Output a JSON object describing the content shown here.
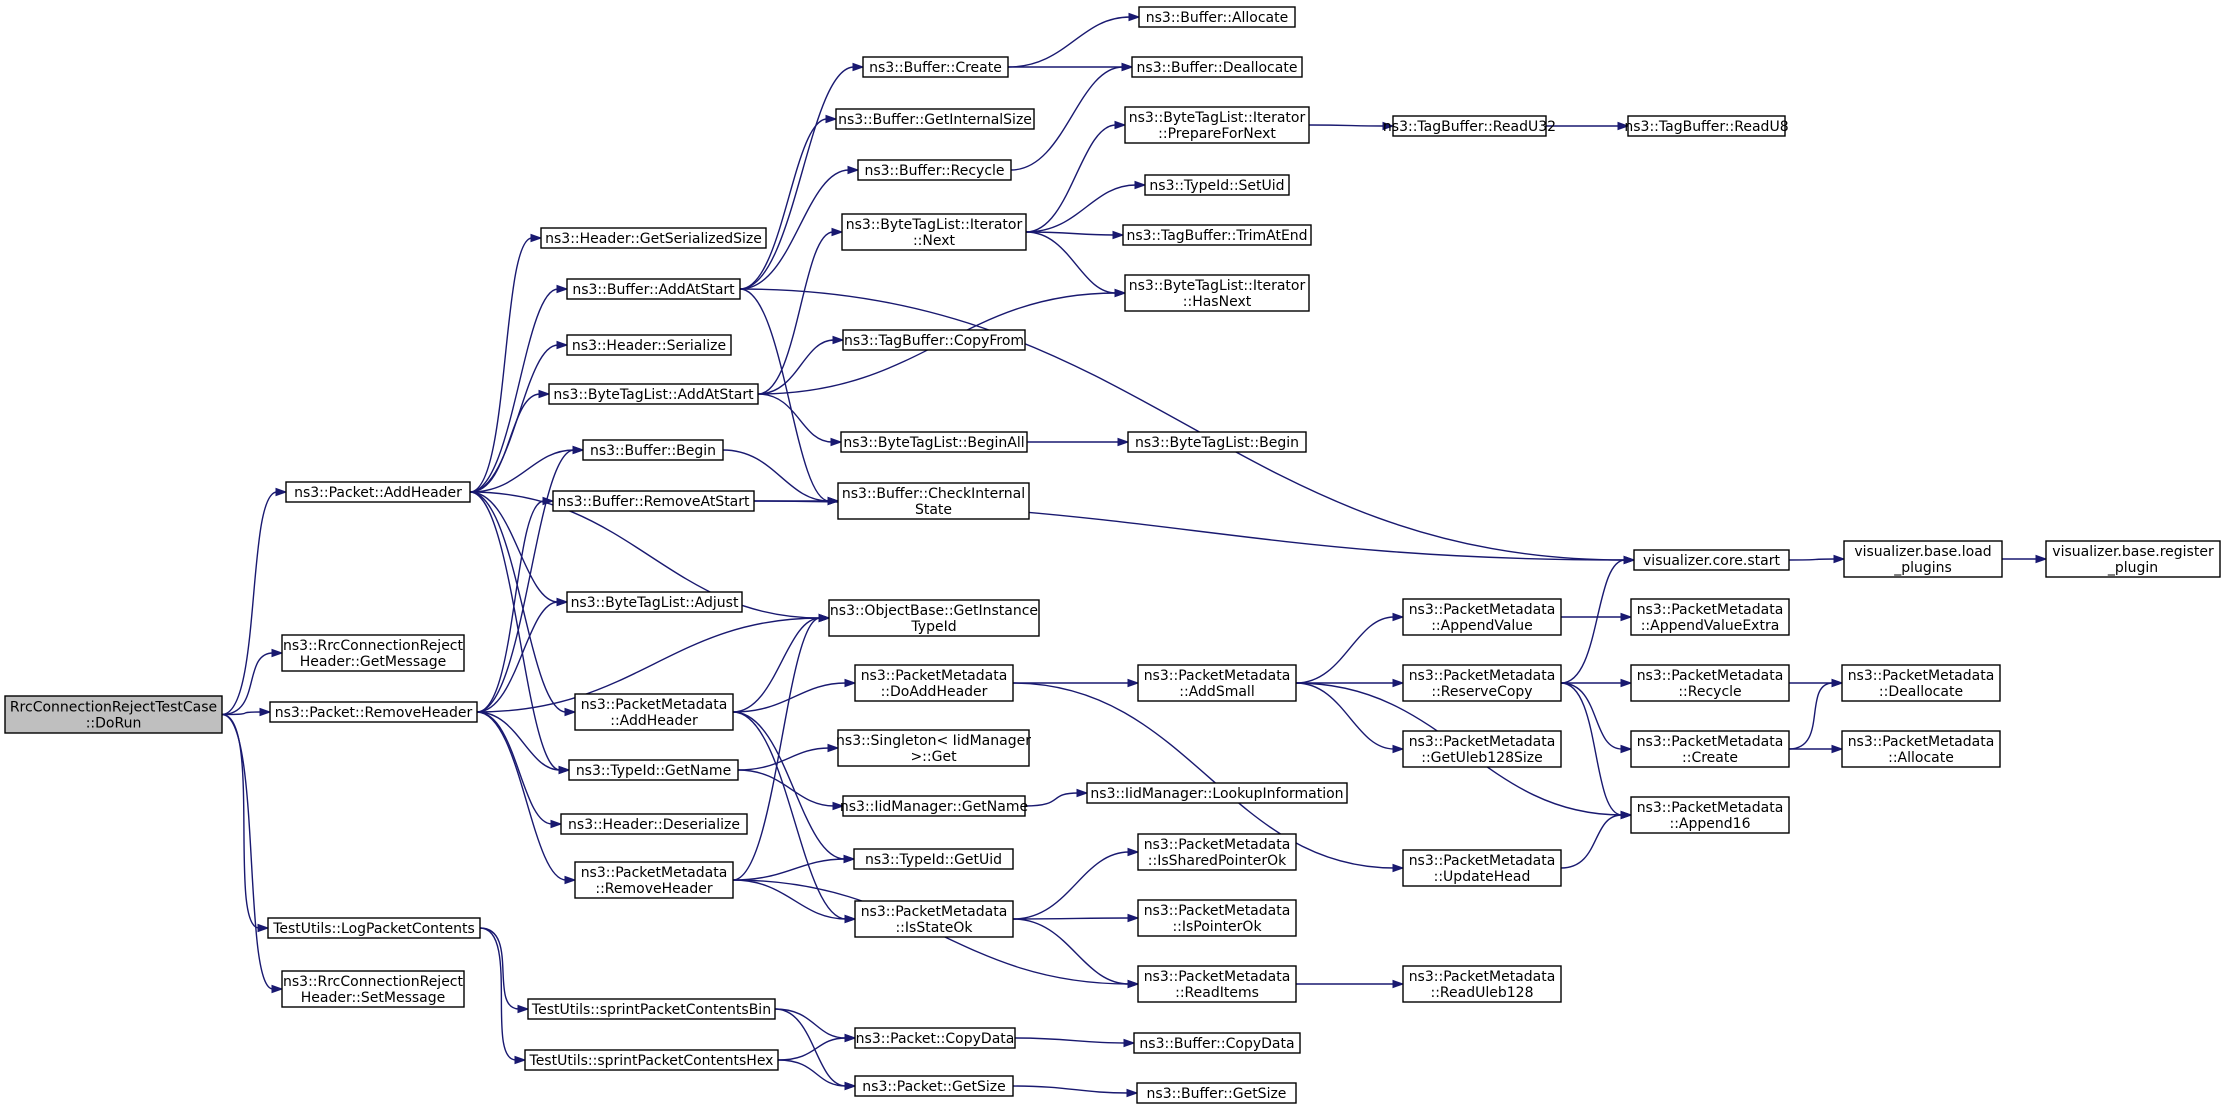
{
  "nodes": [
    {
      "id": "root",
      "lines": [
        "RrcConnectionRejectTestCase",
        "::DoRun"
      ],
      "root": true
    },
    {
      "id": "pah",
      "lines": [
        "ns3::Packet::AddHeader"
      ]
    },
    {
      "id": "rgm",
      "lines": [
        "ns3::RrcConnectionReject",
        "Header::GetMessage"
      ]
    },
    {
      "id": "prh",
      "lines": [
        "ns3::Packet::RemoveHeader"
      ]
    },
    {
      "id": "lpc",
      "lines": [
        "TestUtils::LogPacketContents"
      ]
    },
    {
      "id": "rsm",
      "lines": [
        "ns3::RrcConnectionReject",
        "Header::SetMessage"
      ]
    },
    {
      "id": "hgs",
      "lines": [
        "ns3::Header::GetSerializedSize"
      ]
    },
    {
      "id": "baas",
      "lines": [
        "ns3::Buffer::AddAtStart"
      ]
    },
    {
      "id": "hser",
      "lines": [
        "ns3::Header::Serialize"
      ]
    },
    {
      "id": "btaas",
      "lines": [
        "ns3::ByteTagList::AddAtStart"
      ]
    },
    {
      "id": "bbeg",
      "lines": [
        "ns3::Buffer::Begin"
      ]
    },
    {
      "id": "bras",
      "lines": [
        "ns3::Buffer::RemoveAtStart"
      ]
    },
    {
      "id": "btadj",
      "lines": [
        "ns3::ByteTagList::Adjust"
      ]
    },
    {
      "id": "pmah",
      "lines": [
        "ns3::PacketMetadata",
        "::AddHeader"
      ]
    },
    {
      "id": "tgn",
      "lines": [
        "ns3::TypeId::GetName"
      ]
    },
    {
      "id": "hdes",
      "lines": [
        "ns3::Header::Deserialize"
      ]
    },
    {
      "id": "pmrh",
      "lines": [
        "ns3::PacketMetadata",
        "::RemoveHeader"
      ]
    },
    {
      "id": "spcb",
      "lines": [
        "TestUtils::sprintPacketContentsBin"
      ]
    },
    {
      "id": "spch",
      "lines": [
        "TestUtils::sprintPacketContentsHex"
      ]
    },
    {
      "id": "bcre",
      "lines": [
        "ns3::Buffer::Create"
      ]
    },
    {
      "id": "bgis",
      "lines": [
        "ns3::Buffer::GetInternalSize"
      ]
    },
    {
      "id": "brec",
      "lines": [
        "ns3::Buffer::Recycle"
      ]
    },
    {
      "id": "btin",
      "lines": [
        "ns3::ByteTagList::Iterator",
        "::Next"
      ]
    },
    {
      "id": "tbcf",
      "lines": [
        "ns3::TagBuffer::CopyFrom"
      ]
    },
    {
      "id": "btba",
      "lines": [
        "ns3::ByteTagList::BeginAll"
      ]
    },
    {
      "id": "bcis",
      "lines": [
        "ns3::Buffer::CheckInternal",
        "State"
      ]
    },
    {
      "id": "obgi",
      "lines": [
        "ns3::ObjectBase::GetInstance",
        "TypeId"
      ]
    },
    {
      "id": "pmdah",
      "lines": [
        "ns3::PacketMetadata",
        "::DoAddHeader"
      ]
    },
    {
      "id": "sig",
      "lines": [
        "ns3::Singleton< IidManager",
        ">::Get"
      ]
    },
    {
      "id": "imgn",
      "lines": [
        "ns3::IidManager::GetName"
      ]
    },
    {
      "id": "tgu",
      "lines": [
        "ns3::TypeId::GetUid"
      ]
    },
    {
      "id": "pmiso",
      "lines": [
        "ns3::PacketMetadata",
        "::IsStateOk"
      ]
    },
    {
      "id": "pcd",
      "lines": [
        "ns3::Packet::CopyData"
      ]
    },
    {
      "id": "pgs",
      "lines": [
        "ns3::Packet::GetSize"
      ]
    },
    {
      "id": "ball",
      "lines": [
        "ns3::Buffer::Allocate"
      ]
    },
    {
      "id": "bdea",
      "lines": [
        "ns3::Buffer::Deallocate"
      ]
    },
    {
      "id": "btipn",
      "lines": [
        "ns3::ByteTagList::Iterator",
        "::PrepareForNext"
      ]
    },
    {
      "id": "tsu",
      "lines": [
        "ns3::TypeId::SetUid"
      ]
    },
    {
      "id": "tbtae",
      "lines": [
        "ns3::TagBuffer::TrimAtEnd"
      ]
    },
    {
      "id": "btihn",
      "lines": [
        "ns3::ByteTagList::Iterator",
        "::HasNext"
      ]
    },
    {
      "id": "btb",
      "lines": [
        "ns3::ByteTagList::Begin"
      ]
    },
    {
      "id": "imli",
      "lines": [
        "ns3::IidManager::LookupInformation"
      ]
    },
    {
      "id": "pmas",
      "lines": [
        "ns3::PacketMetadata",
        "::AddSmall"
      ]
    },
    {
      "id": "pmispo",
      "lines": [
        "ns3::PacketMetadata",
        "::IsSharedPointerOk"
      ]
    },
    {
      "id": "pmipo",
      "lines": [
        "ns3::PacketMetadata",
        "::IsPointerOk"
      ]
    },
    {
      "id": "pmri",
      "lines": [
        "ns3::PacketMetadata",
        "::ReadItems"
      ]
    },
    {
      "id": "bcd",
      "lines": [
        "ns3::Buffer::CopyData"
      ]
    },
    {
      "id": "bgsz",
      "lines": [
        "ns3::Buffer::GetSize"
      ]
    },
    {
      "id": "tbr32",
      "lines": [
        "ns3::TagBuffer::ReadU32"
      ]
    },
    {
      "id": "tbr8",
      "lines": [
        "ns3::TagBuffer::ReadU8"
      ]
    },
    {
      "id": "pmav",
      "lines": [
        "ns3::PacketMetadata",
        "::AppendValue"
      ]
    },
    {
      "id": "pmrc",
      "lines": [
        "ns3::PacketMetadata",
        "::ReserveCopy"
      ]
    },
    {
      "id": "pmgu",
      "lines": [
        "ns3::PacketMetadata",
        "::GetUleb128Size"
      ]
    },
    {
      "id": "pmuh",
      "lines": [
        "ns3::PacketMetadata",
        "::UpdateHead"
      ]
    },
    {
      "id": "pmru",
      "lines": [
        "ns3::PacketMetadata",
        "::ReadUleb128"
      ]
    },
    {
      "id": "vcs",
      "lines": [
        "visualizer.core.start"
      ]
    },
    {
      "id": "pmave",
      "lines": [
        "ns3::PacketMetadata",
        "::AppendValueExtra"
      ]
    },
    {
      "id": "pmrec",
      "lines": [
        "ns3::PacketMetadata",
        "::Recycle"
      ]
    },
    {
      "id": "pmcre",
      "lines": [
        "ns3::PacketMetadata",
        "::Create"
      ]
    },
    {
      "id": "pma16",
      "lines": [
        "ns3::PacketMetadata",
        "::Append16"
      ]
    },
    {
      "id": "vblp",
      "lines": [
        "visualizer.base.load",
        "_plugins"
      ]
    },
    {
      "id": "pmdea",
      "lines": [
        "ns3::PacketMetadata",
        "::Deallocate"
      ]
    },
    {
      "id": "pmall",
      "lines": [
        "ns3::PacketMetadata",
        "::Allocate"
      ]
    },
    {
      "id": "vbrp",
      "lines": [
        "visualizer.base.register",
        "_plugin"
      ]
    }
  ],
  "edges": [
    [
      "root",
      "pah"
    ],
    [
      "root",
      "rgm"
    ],
    [
      "root",
      "prh"
    ],
    [
      "root",
      "lpc"
    ],
    [
      "root",
      "rsm"
    ],
    [
      "pah",
      "hgs"
    ],
    [
      "pah",
      "baas"
    ],
    [
      "pah",
      "hser"
    ],
    [
      "pah",
      "btaas"
    ],
    [
      "pah",
      "bbeg"
    ],
    [
      "pah",
      "btadj"
    ],
    [
      "pah",
      "obgi"
    ],
    [
      "pah",
      "pmah"
    ],
    [
      "pah",
      "tgn"
    ],
    [
      "prh",
      "bbeg"
    ],
    [
      "prh",
      "bras"
    ],
    [
      "prh",
      "btadj"
    ],
    [
      "prh",
      "obgi"
    ],
    [
      "prh",
      "tgn"
    ],
    [
      "prh",
      "hdes"
    ],
    [
      "prh",
      "pmrh"
    ],
    [
      "lpc",
      "spcb"
    ],
    [
      "lpc",
      "spch"
    ],
    [
      "baas",
      "bcre"
    ],
    [
      "baas",
      "bgis"
    ],
    [
      "baas",
      "brec"
    ],
    [
      "baas",
      "bcis"
    ],
    [
      "baas",
      "vcs"
    ],
    [
      "btaas",
      "btin"
    ],
    [
      "btaas",
      "tbcf"
    ],
    [
      "btaas",
      "btba"
    ],
    [
      "btaas",
      "btihn"
    ],
    [
      "bbeg",
      "bcis"
    ],
    [
      "bras",
      "bcis"
    ],
    [
      "bras",
      "vcs"
    ],
    [
      "pmah",
      "obgi"
    ],
    [
      "pmah",
      "pmdah"
    ],
    [
      "pmah",
      "tgu"
    ],
    [
      "pmah",
      "pmiso"
    ],
    [
      "tgn",
      "sig"
    ],
    [
      "tgn",
      "imgn"
    ],
    [
      "pmrh",
      "obgi"
    ],
    [
      "pmrh",
      "tgu"
    ],
    [
      "pmrh",
      "pmiso"
    ],
    [
      "pmrh",
      "pmri"
    ],
    [
      "spcb",
      "pcd"
    ],
    [
      "spcb",
      "pgs"
    ],
    [
      "spch",
      "pcd"
    ],
    [
      "spch",
      "pgs"
    ],
    [
      "bcre",
      "ball"
    ],
    [
      "bcre",
      "bdea"
    ],
    [
      "brec",
      "bdea"
    ],
    [
      "btin",
      "btipn"
    ],
    [
      "btin",
      "tsu"
    ],
    [
      "btin",
      "tbtae"
    ],
    [
      "btin",
      "btihn"
    ],
    [
      "btba",
      "btb"
    ],
    [
      "pmdah",
      "pmas"
    ],
    [
      "pmdah",
      "pmuh"
    ],
    [
      "imgn",
      "imli"
    ],
    [
      "pmiso",
      "pmispo"
    ],
    [
      "pmiso",
      "pmipo"
    ],
    [
      "pmiso",
      "pmri"
    ],
    [
      "pcd",
      "bcd"
    ],
    [
      "pgs",
      "bgsz"
    ],
    [
      "btipn",
      "tbr32"
    ],
    [
      "tbr32",
      "tbr8"
    ],
    [
      "pmas",
      "pmav"
    ],
    [
      "pmas",
      "pmrc"
    ],
    [
      "pmas",
      "pmgu"
    ],
    [
      "pmas",
      "pma16"
    ],
    [
      "pmri",
      "pmru"
    ],
    [
      "pmav",
      "pmave"
    ],
    [
      "pmrc",
      "vcs"
    ],
    [
      "pmrc",
      "pmrec"
    ],
    [
      "pmrc",
      "pmcre"
    ],
    [
      "pmrc",
      "pma16"
    ],
    [
      "pmuh",
      "pma16"
    ],
    [
      "vcs",
      "vblp"
    ],
    [
      "vblp",
      "vbrp"
    ],
    [
      "pmrec",
      "pmdea"
    ],
    [
      "pmcre",
      "pmdea"
    ],
    [
      "pmcre",
      "pmall"
    ]
  ]
}
